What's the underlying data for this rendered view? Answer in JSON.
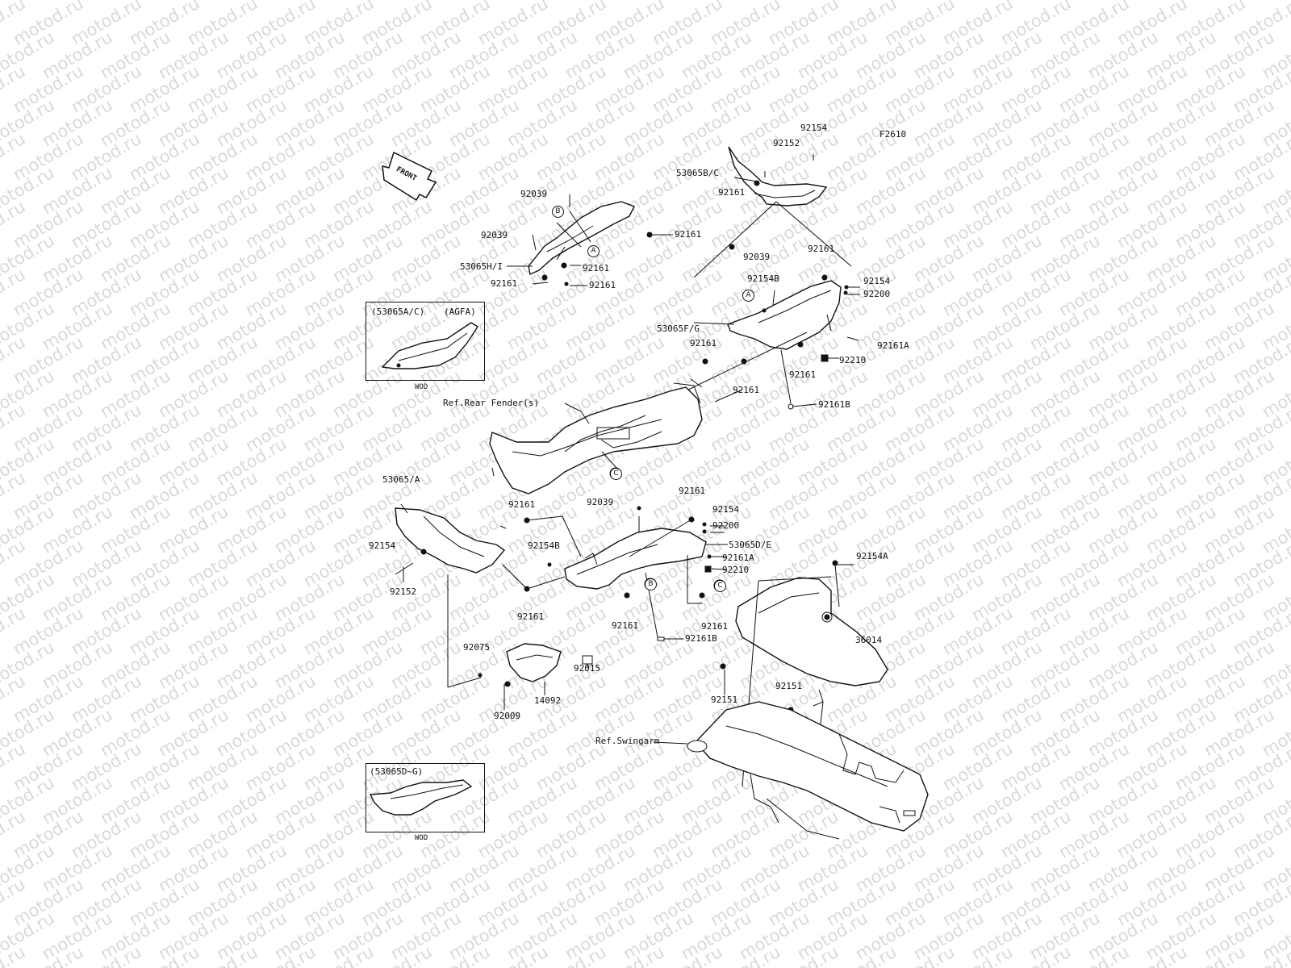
{
  "watermark": {
    "text": "motod.ru",
    "color": "#d9d9d9"
  },
  "figure_code": "F2610",
  "front_arrow": {
    "label": "FRONT"
  },
  "insets": [
    {
      "title": "(53065A/C)",
      "tag": "(AGFA)",
      "caption": "WOD"
    },
    {
      "title": "(53065D~G)",
      "tag": "",
      "caption": "WOD"
    }
  ],
  "references": {
    "rear_fender": "Ref.Rear Fender(s)",
    "swingarm": "Ref.Swingarm"
  },
  "callouts": {
    "a": "A",
    "b": "B",
    "c": "C"
  },
  "parts": {
    "p92154_top": "92154",
    "p92152_top": "92152",
    "p53065BC": "53065B/C",
    "p92039_a": "92039",
    "p92039_b": "92039",
    "p92161_ur": "92161",
    "p53065HI": "53065H/I",
    "p92161_b1": "92161",
    "p92161_b2": "92161",
    "p92161_b3": "92161",
    "p92161_mid": "92161",
    "p92039_c": "92039",
    "p92161_right": "92161",
    "p92154B_a": "92154B",
    "p92154_r": "92154",
    "p92200_r": "92200",
    "p53065FG": "53065F/G",
    "p92161A_r": "92161A",
    "p92161_m2": "92161",
    "p92210_r": "92210",
    "p92161_m3": "92161",
    "p92161_m4": "92161",
    "p92161B_r": "92161B",
    "p53065_A": "53065/A",
    "p92161_l1": "92161",
    "p92039_d": "92039",
    "p92161_l2": "92161",
    "p92154_l2": "92154",
    "p92200_l2": "92200",
    "p92154_left": "92154",
    "p92154B_b": "92154B",
    "p53065DE": "53065D/E",
    "p92161A_b": "92161A",
    "p92210_b": "92210",
    "p92154A": "92154A",
    "p92152_left": "92152",
    "p92161_l3": "92161",
    "p92161_l4": "92161",
    "p92161_l5": "92161",
    "p92161B_b": "92161B",
    "p36014": "36014",
    "p92075": "92075",
    "p92015": "92015",
    "p92151_a": "92151",
    "p92151_b": "92151",
    "p92009": "92009",
    "p14092": "14092"
  }
}
